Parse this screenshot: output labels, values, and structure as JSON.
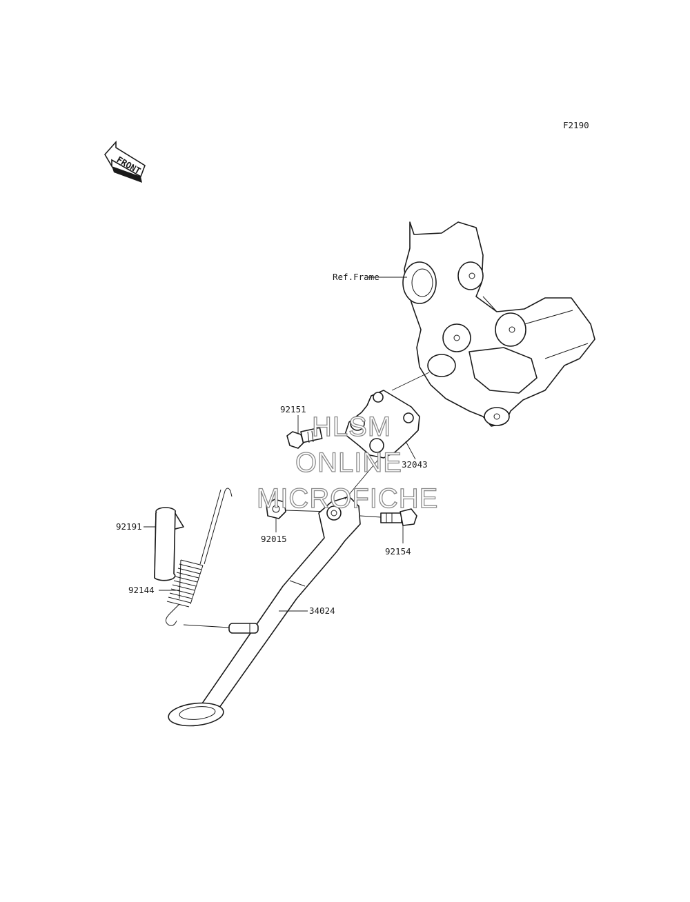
{
  "diagram_code": "F2190",
  "front_arrow_text": "FRONT",
  "labels": {
    "ref_frame": "Ref.Frame",
    "p92151": "92151",
    "p32043": "32043",
    "p92191": "92191",
    "p92015": "92015",
    "p92154": "92154",
    "p92144": "92144",
    "p34024": "34024"
  },
  "watermark": {
    "line1": "HLSM",
    "line2": "ONLINE",
    "line3": "MICROFICHE"
  }
}
